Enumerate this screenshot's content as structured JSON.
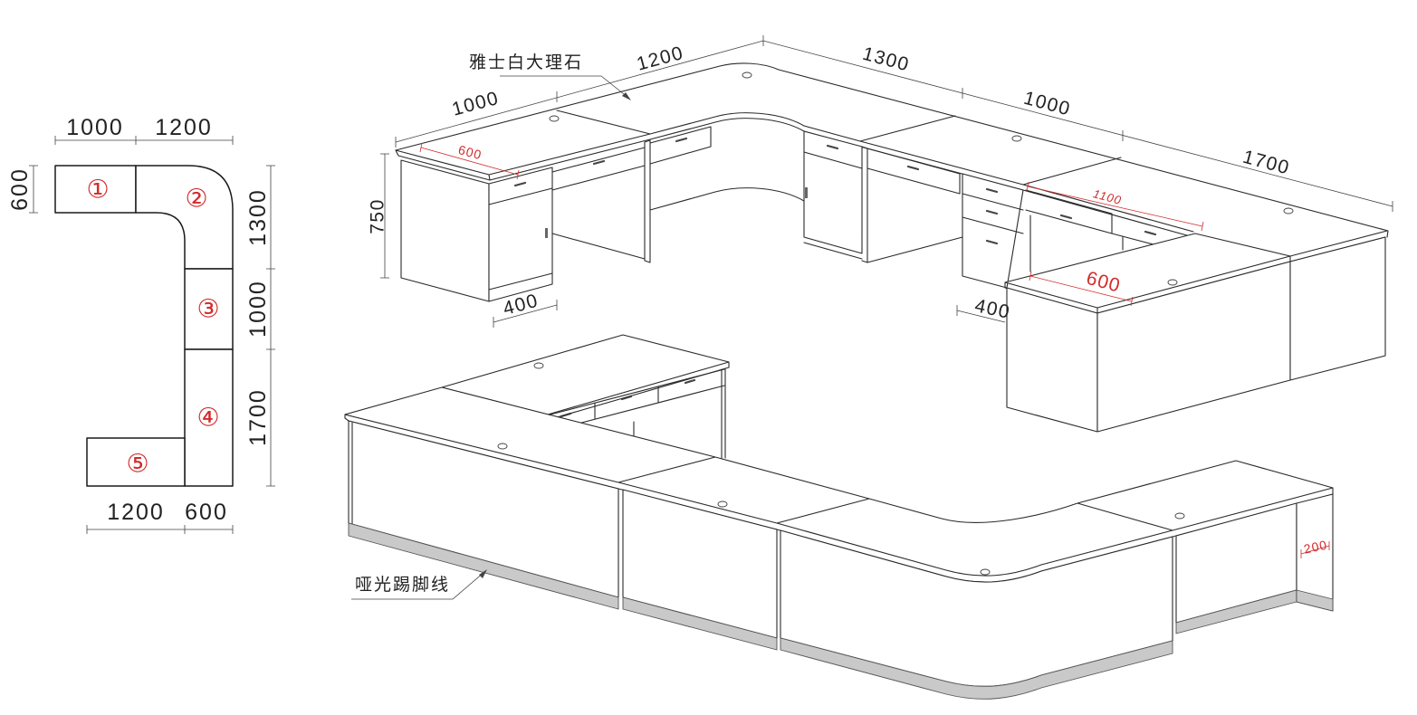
{
  "plan_view": {
    "dims_top": [
      "1000",
      "1200"
    ],
    "dim_left": "600",
    "dims_right": [
      "1300",
      "1000",
      "1700"
    ],
    "dims_bottom": [
      "1200",
      "600"
    ],
    "segments": [
      "①",
      "②",
      "③",
      "④",
      "⑤"
    ]
  },
  "iso_view": {
    "material_top": "雅士白大理石",
    "material_plinth": "哑光踢脚线",
    "dims_top": [
      "1000",
      "1200",
      "1300",
      "1000",
      "1700"
    ],
    "height": "750",
    "left_depth": "600",
    "left_pedestal": "400",
    "drawer_span": "1100",
    "return_depth": "600",
    "right_pedestal": "400",
    "end_panel": "200"
  },
  "colors": {
    "line": "#2b2b2b",
    "red": "#d22b2b",
    "plinth": "#c9c9c9"
  }
}
